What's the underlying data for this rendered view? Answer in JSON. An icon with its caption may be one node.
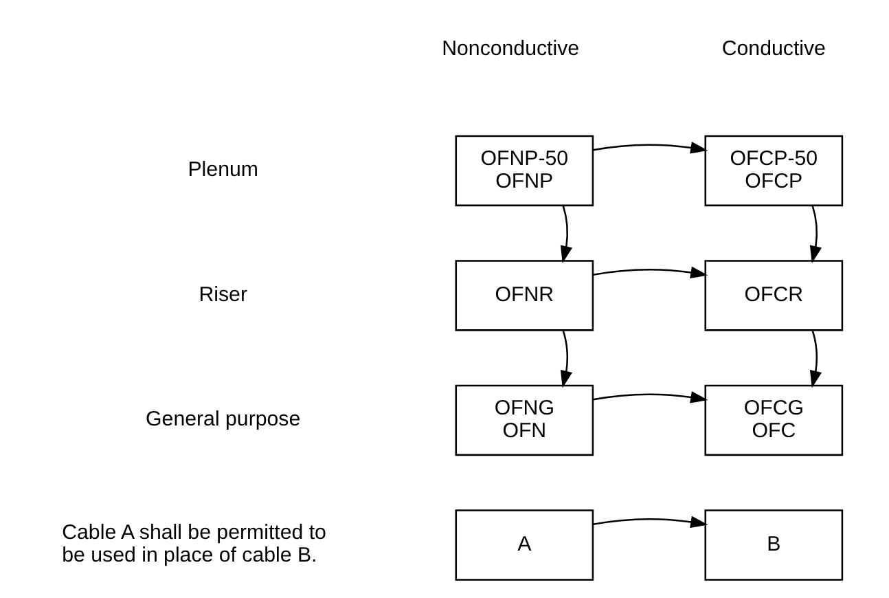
{
  "diagram": {
    "nodes": [
      {
        "text": [
          "OFNP-50",
          "OFNP"
        ]
      },
      {
        "text": [
          "OFCP-50",
          "OFCP"
        ]
      },
      {
        "text": [
          "OFNR"
        ]
      },
      {
        "text": [
          "OFCR"
        ]
      },
      {
        "text": [
          "OFNG",
          "OFN"
        ]
      },
      {
        "text": [
          "OFCG",
          "OFC"
        ]
      },
      {
        "text": [
          "A"
        ]
      },
      {
        "text": [
          "B"
        ]
      }
    ],
    "edges": [
      {
        "from": 0,
        "to": 1,
        "arrow": "to"
      },
      {
        "from": 0,
        "to": 2,
        "arrow": "to"
      },
      {
        "from": 1,
        "to": 3,
        "arrow": "to"
      },
      {
        "from": 2,
        "to": 3,
        "arrow": "to"
      },
      {
        "from": 2,
        "to": 4,
        "arrow": "to"
      },
      {
        "from": 3,
        "to": 5,
        "arrow": "to"
      },
      {
        "from": 4,
        "to": 5,
        "arrow": "to"
      },
      {
        "from": 6,
        "to": 7,
        "arrow": "to"
      }
    ],
    "labels": [
      "Nonconductive",
      "Conductive",
      "Plenum",
      "Riser",
      "General purpose",
      "Cable A shall be permitted to be used in place of cable B."
    ]
  }
}
